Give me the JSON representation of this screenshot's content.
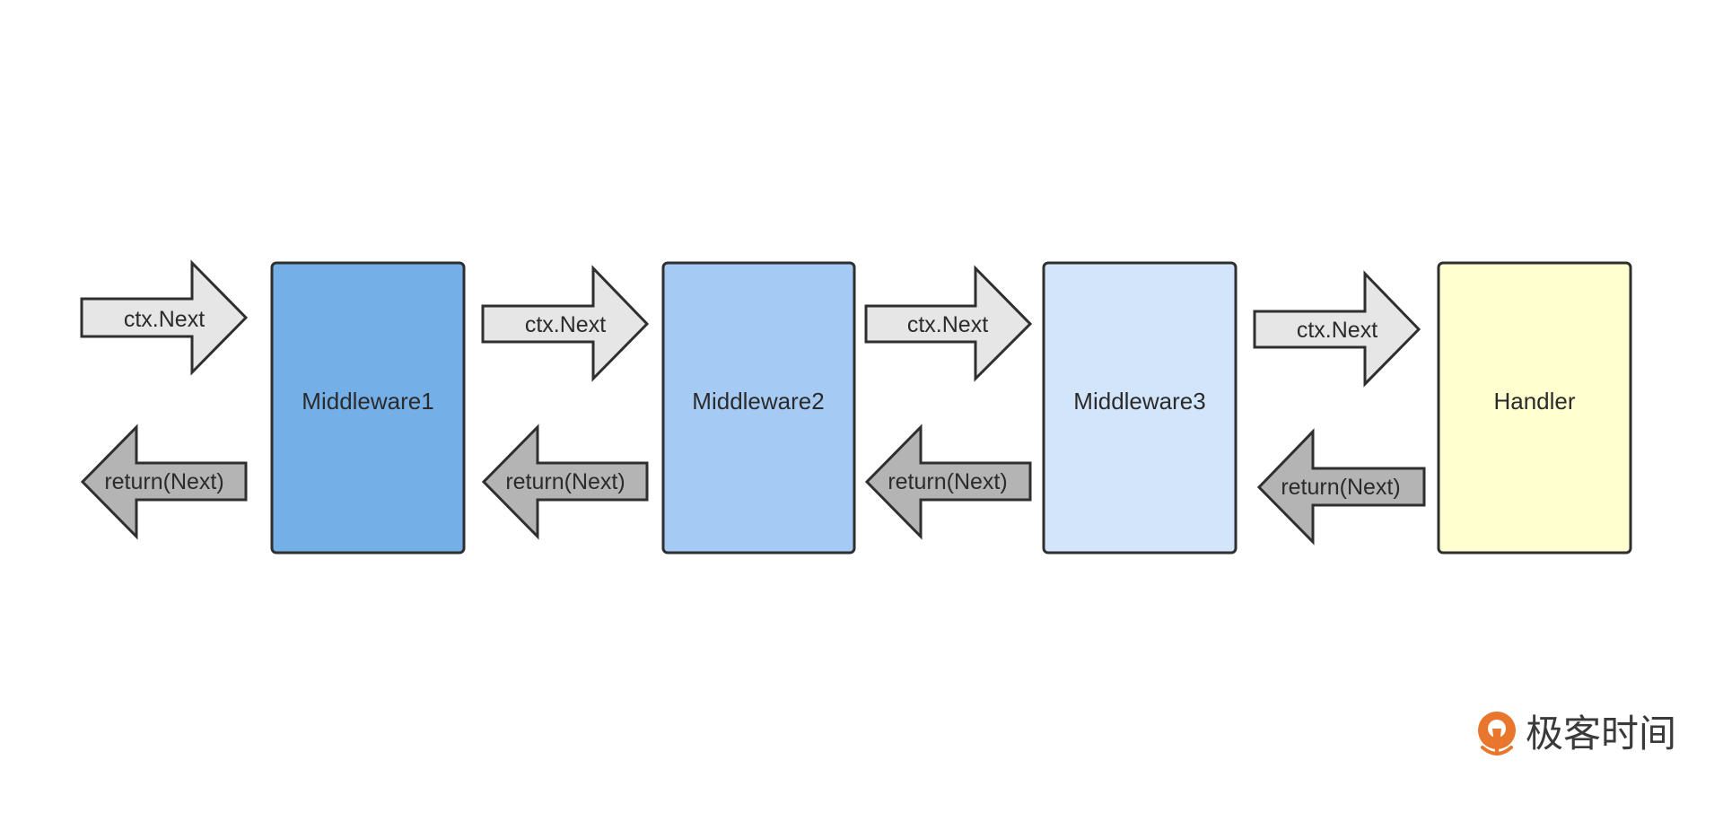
{
  "diagram": {
    "boxes": [
      {
        "label": "Middleware1",
        "fill": "#74afe8"
      },
      {
        "label": "Middleware2",
        "fill": "#a5cbf5"
      },
      {
        "label": "Middleware3",
        "fill": "#d3e5fb"
      },
      {
        "label": "Handler",
        "fill": "#ffffd0"
      }
    ],
    "forward_arrows": [
      {
        "label": "ctx.Next"
      },
      {
        "label": "ctx.Next"
      },
      {
        "label": "ctx.Next"
      },
      {
        "label": "ctx.Next"
      }
    ],
    "return_arrows": [
      {
        "label": "return(Next)"
      },
      {
        "label": "return(Next)"
      },
      {
        "label": "return(Next)"
      },
      {
        "label": "return(Next)"
      }
    ],
    "colors": {
      "forward_arrow_fill": "#e6e6e6",
      "return_arrow_fill": "#b4b4b4",
      "stroke": "#2f2f2f"
    }
  },
  "brand": {
    "name": "极客时间",
    "logo_color": "#e8762d"
  }
}
